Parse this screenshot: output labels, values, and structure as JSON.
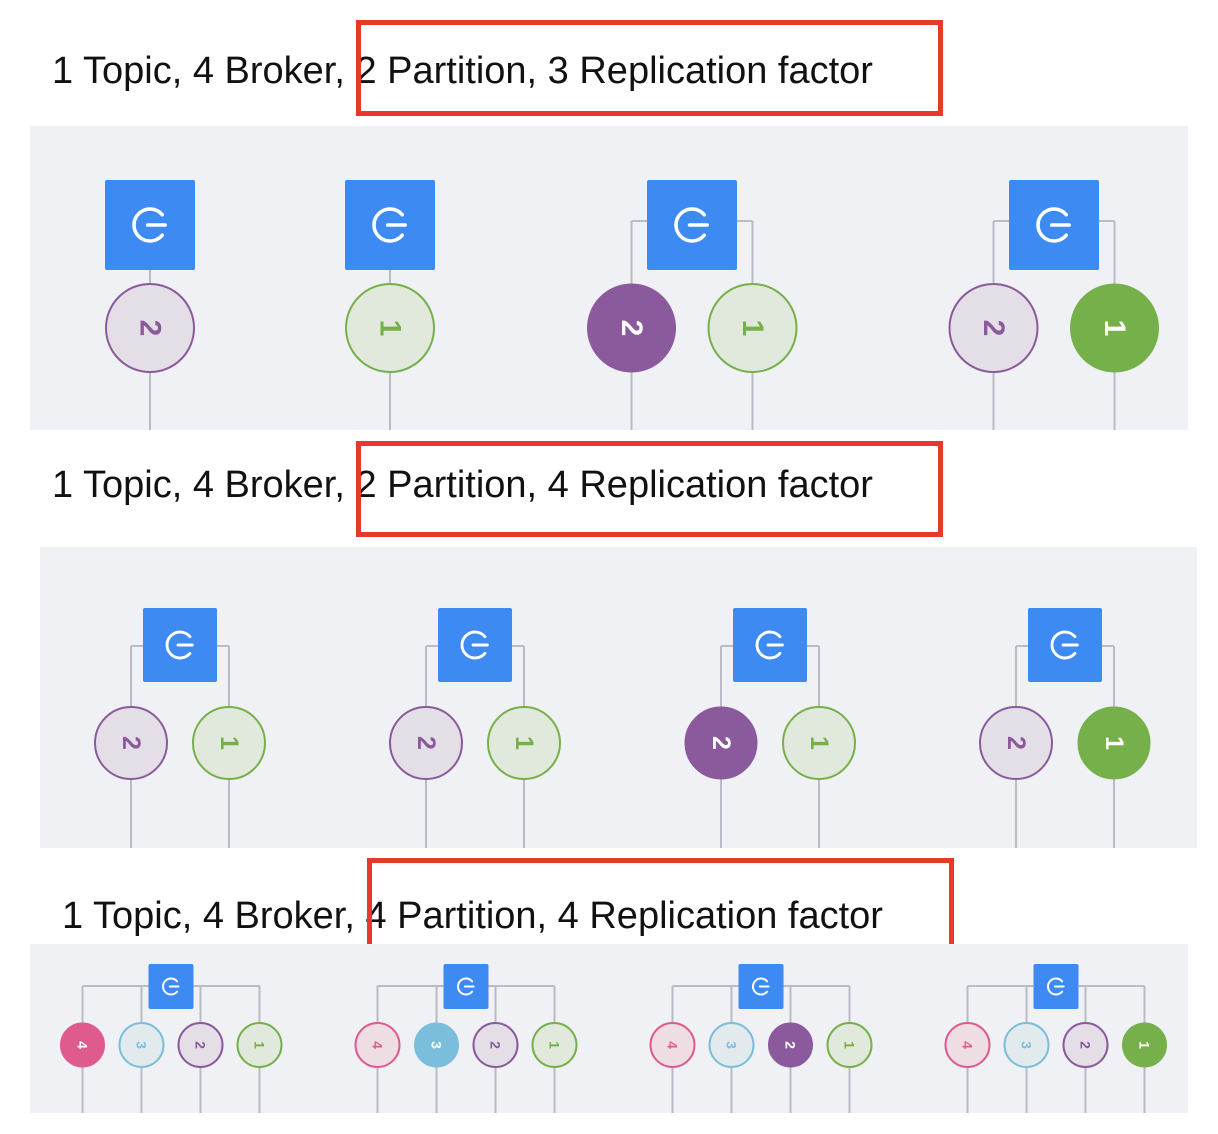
{
  "headings": [
    "1 Topic, 4 Broker, 2 Partition, 3 Replication factor",
    "1 Topic, 4 Broker, 2 Partition, 4 Replication factor",
    "1 Topic, 4 Broker, 4 Partition, 4 Replication factor"
  ],
  "colors": {
    "highlight": "#e6392b",
    "broker": "#3d8bf2",
    "panel": "#f0f1f5",
    "connector": "#b9bcc4",
    "partition_4": "#df5b8e",
    "partition_3": "#7bbedb",
    "partition_2": "#8a5a9c",
    "partition_1": "#76b04a"
  },
  "diagrams": [
    {
      "brokers": [
        {
          "icon": "power-icon",
          "replicas": [
            {
              "partition": "2",
              "leader": false
            }
          ]
        },
        {
          "icon": "power-icon",
          "replicas": [
            {
              "partition": "1",
              "leader": false
            }
          ]
        },
        {
          "icon": "power-icon",
          "replicas": [
            {
              "partition": "2",
              "leader": true
            },
            {
              "partition": "1",
              "leader": false
            }
          ]
        },
        {
          "icon": "power-icon",
          "replicas": [
            {
              "partition": "2",
              "leader": false
            },
            {
              "partition": "1",
              "leader": true
            }
          ]
        }
      ]
    },
    {
      "brokers": [
        {
          "icon": "power-icon",
          "replicas": [
            {
              "partition": "2",
              "leader": false
            },
            {
              "partition": "1",
              "leader": false
            }
          ]
        },
        {
          "icon": "power-icon",
          "replicas": [
            {
              "partition": "2",
              "leader": false
            },
            {
              "partition": "1",
              "leader": false
            }
          ]
        },
        {
          "icon": "power-icon",
          "replicas": [
            {
              "partition": "2",
              "leader": true
            },
            {
              "partition": "1",
              "leader": false
            }
          ]
        },
        {
          "icon": "power-icon",
          "replicas": [
            {
              "partition": "2",
              "leader": false
            },
            {
              "partition": "1",
              "leader": true
            }
          ]
        }
      ]
    },
    {
      "brokers": [
        {
          "icon": "power-icon",
          "replicas": [
            {
              "partition": "4",
              "leader": true
            },
            {
              "partition": "3",
              "leader": false
            },
            {
              "partition": "2",
              "leader": false
            },
            {
              "partition": "1",
              "leader": false
            }
          ]
        },
        {
          "icon": "power-icon",
          "replicas": [
            {
              "partition": "4",
              "leader": false
            },
            {
              "partition": "3",
              "leader": true
            },
            {
              "partition": "2",
              "leader": false
            },
            {
              "partition": "1",
              "leader": false
            }
          ]
        },
        {
          "icon": "power-icon",
          "replicas": [
            {
              "partition": "4",
              "leader": false
            },
            {
              "partition": "3",
              "leader": false
            },
            {
              "partition": "2",
              "leader": true
            },
            {
              "partition": "1",
              "leader": false
            }
          ]
        },
        {
          "icon": "power-icon",
          "replicas": [
            {
              "partition": "4",
              "leader": false
            },
            {
              "partition": "3",
              "leader": false
            },
            {
              "partition": "2",
              "leader": false
            },
            {
              "partition": "1",
              "leader": true
            }
          ]
        }
      ]
    }
  ]
}
